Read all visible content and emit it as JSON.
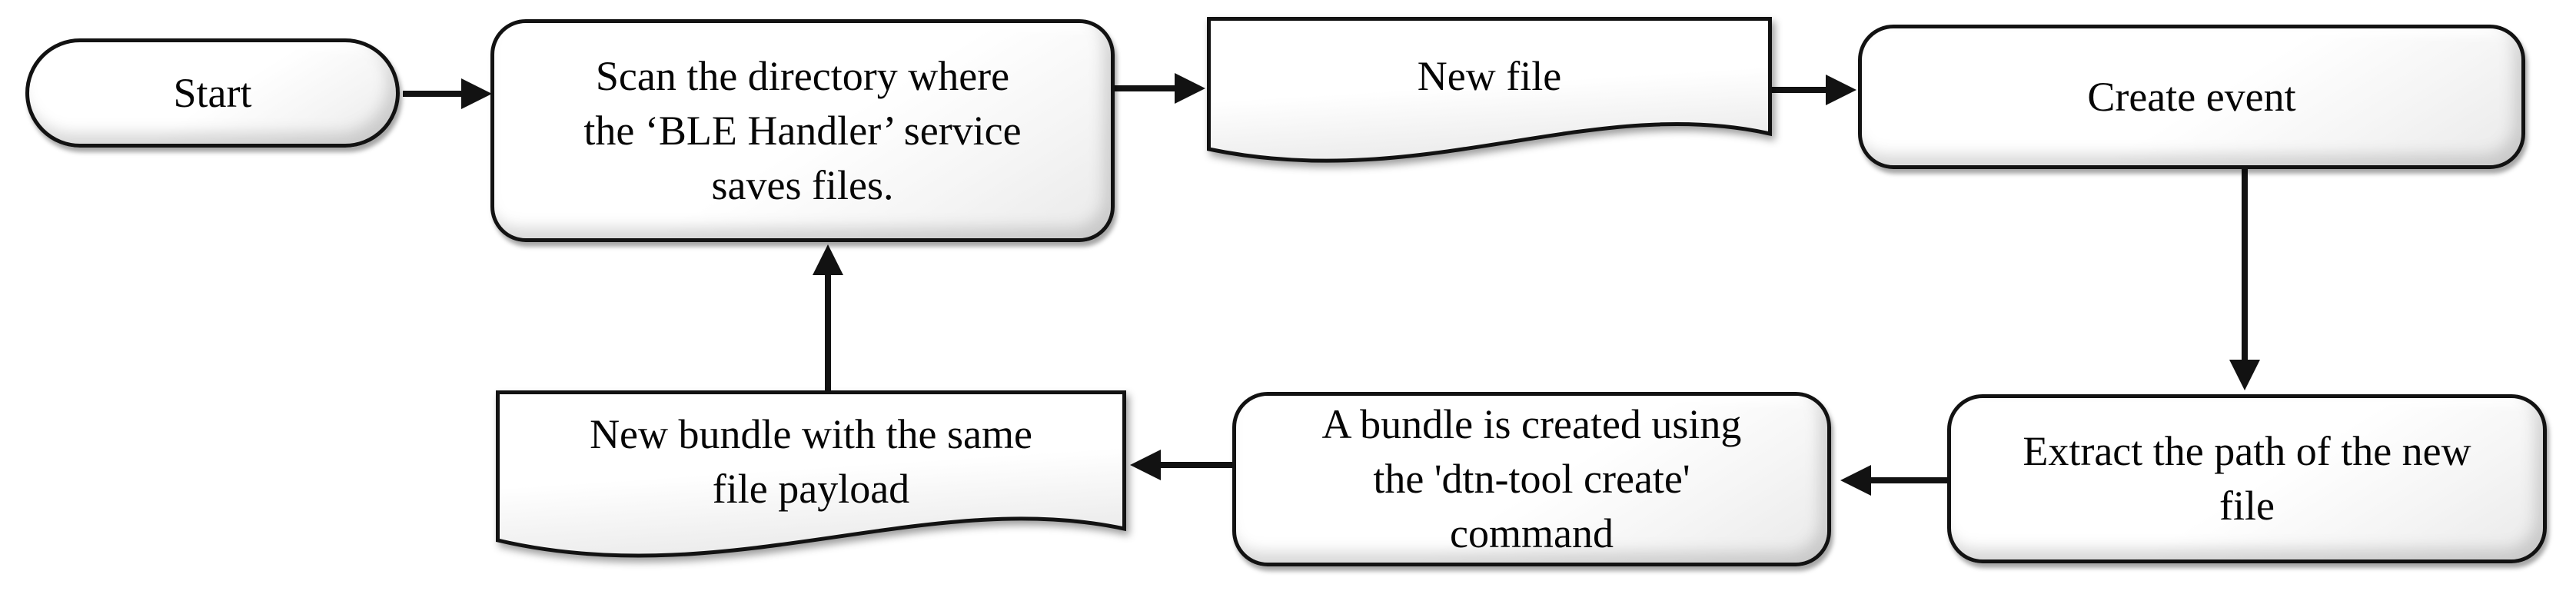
{
  "diagram": {
    "type": "flowchart",
    "background_color": "#ffffff",
    "line_color": "#121212",
    "shape_fill": "#ffffff",
    "nodes": [
      {
        "id": "start",
        "shape": "terminator",
        "label": "Start"
      },
      {
        "id": "scan-directory",
        "shape": "rounded-rect",
        "label": "Scan the directory where\nthe ‘BLE Handler’ service\nsaves files."
      },
      {
        "id": "new-file",
        "shape": "document",
        "label": "New file"
      },
      {
        "id": "create-event",
        "shape": "rounded-rect",
        "label": "Create event"
      },
      {
        "id": "extract-path",
        "shape": "rounded-rect",
        "label": "Extract the path of the new\nfile"
      },
      {
        "id": "bundle-created",
        "shape": "rounded-rect",
        "label": "A bundle is created using\nthe 'dtn-tool create'\ncommand"
      },
      {
        "id": "new-bundle",
        "shape": "document",
        "label": "New bundle with the same\nfile payload"
      }
    ],
    "edges": [
      {
        "from": "start",
        "to": "scan-directory"
      },
      {
        "from": "scan-directory",
        "to": "new-file"
      },
      {
        "from": "new-file",
        "to": "create-event"
      },
      {
        "from": "create-event",
        "to": "extract-path"
      },
      {
        "from": "extract-path",
        "to": "bundle-created"
      },
      {
        "from": "bundle-created",
        "to": "new-bundle"
      },
      {
        "from": "new-bundle",
        "to": "scan-directory"
      }
    ]
  }
}
